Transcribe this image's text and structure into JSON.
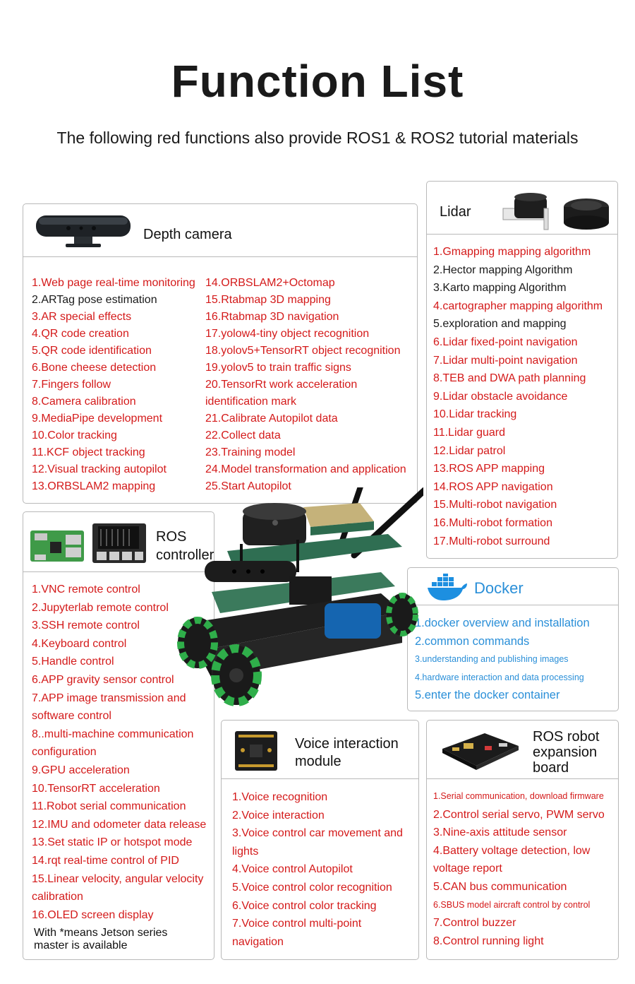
{
  "header": {
    "title": "Function List",
    "subtitle": "The following red functions also provide ROS1 & ROS2 tutorial materials"
  },
  "colors": {
    "red": "#d41a1a",
    "black": "#1a1a1a",
    "blue": "#2a8fd8",
    "border": "#b9b9b9"
  },
  "depth_camera": {
    "title": "Depth camera",
    "col1": [
      {
        "text": "1.Web page real-time monitoring",
        "color": "red"
      },
      {
        "text": "2.ARTag pose estimation",
        "color": "black"
      },
      {
        "text": "3.AR special effects",
        "color": "red"
      },
      {
        "text": "4.QR code creation",
        "color": "red"
      },
      {
        "text": "5.QR code identification",
        "color": "red"
      },
      {
        "text": "6.Bone cheese detection",
        "color": "red"
      },
      {
        "text": "7.Fingers follow",
        "color": "red"
      },
      {
        "text": "8.Camera calibration",
        "color": "red"
      },
      {
        "text": "9.MediaPipe development",
        "color": "red"
      },
      {
        "text": "10.Color tracking",
        "color": "red"
      },
      {
        "text": "11.KCF object tracking",
        "color": "red"
      },
      {
        "text": "12.Visual tracking autopilot",
        "color": "red"
      },
      {
        "text": "13.ORBSLAM2 mapping",
        "color": "red"
      }
    ],
    "col2": [
      {
        "text": "14.ORBSLAM2+Octomap",
        "color": "red"
      },
      {
        "text": "15.Rtabmap 3D mapping",
        "color": "red"
      },
      {
        "text": "16.Rtabmap 3D navigation",
        "color": "red"
      },
      {
        "text": "17.yolow4-tiny object recognition",
        "color": "red"
      },
      {
        "text": "18.yolov5+TensorRT object recognition",
        "color": "red"
      },
      {
        "text": "19.yolov5 to train traffic signs",
        "color": "red"
      },
      {
        "text": "20.TensorRt work acceleration",
        "color": "red"
      },
      {
        "text": "identification mark",
        "color": "red"
      },
      {
        "text": "21.Calibrate Autopilot data",
        "color": "red"
      },
      {
        "text": "22.Collect data",
        "color": "red"
      },
      {
        "text": "23.Training model",
        "color": "red"
      },
      {
        "text": "24.Model transformation and application",
        "color": "red"
      },
      {
        "text": "25.Start Autopilot",
        "color": "red"
      }
    ]
  },
  "lidar": {
    "title": "Lidar",
    "items": [
      {
        "text": "1.Gmapping mapping algorithm",
        "color": "red"
      },
      {
        "text": "2.Hector mapping Algorithm",
        "color": "black"
      },
      {
        "text": "3.Karto mapping Algorithm",
        "color": "black"
      },
      {
        "text": "4.cartographer mapping algorithm",
        "color": "red"
      },
      {
        "text": "5.exploration and mapping",
        "color": "black"
      },
      {
        "text": "6.Lidar fixed-point navigation",
        "color": "red"
      },
      {
        "text": "7.Lidar multi-point navigation",
        "color": "red"
      },
      {
        "text": "8.TEB and DWA path planning",
        "color": "red"
      },
      {
        "text": "9.Lidar obstacle avoidance",
        "color": "red"
      },
      {
        "text": "10.Lidar tracking",
        "color": "red"
      },
      {
        "text": "11.Lidar guard",
        "color": "red"
      },
      {
        "text": "12.Lidar patrol",
        "color": "red"
      },
      {
        "text": "13.ROS APP mapping",
        "color": "red"
      },
      {
        "text": "14.ROS APP navigation",
        "color": "red"
      },
      {
        "text": "15.Multi-robot navigation",
        "color": "red"
      },
      {
        "text": "16.Multi-robot formation",
        "color": "red"
      },
      {
        "text": "17.Multi-robot surround",
        "color": "red"
      }
    ]
  },
  "ros_controller": {
    "title_line1": "ROS",
    "title_line2": "controller",
    "items": [
      {
        "text": "1.VNC remote control",
        "color": "red"
      },
      {
        "text": "2.Jupyterlab remote control",
        "color": "red"
      },
      {
        "text": "3.SSH remote control",
        "color": "red"
      },
      {
        "text": "4.Keyboard control",
        "color": "red"
      },
      {
        "text": "5.Handle control",
        "color": "red"
      },
      {
        "text": "6.APP gravity sensor control",
        "color": "red"
      },
      {
        "text": "7.APP image transmission and",
        "color": "red"
      },
      {
        "text": "software control",
        "color": "red"
      },
      {
        "text": "8..multi-machine communication",
        "color": "red"
      },
      {
        "text": "configuration",
        "color": "red"
      },
      {
        "text": "9.GPU acceleration",
        "color": "red"
      },
      {
        "text": "10.TensorRT acceleration",
        "color": "red"
      },
      {
        "text": "11.Robot serial communication",
        "color": "red"
      },
      {
        "text": "12.IMU and odometer data release",
        "color": "red"
      },
      {
        "text": "13.Set static IP or hotspot mode",
        "color": "red"
      },
      {
        "text": "14.rqt real-time control of PID",
        "color": "red"
      },
      {
        "text": "15.Linear velocity, angular velocity",
        "color": "red"
      },
      {
        "text": "calibration",
        "color": "red"
      },
      {
        "text": "16.OLED screen display",
        "color": "red"
      }
    ],
    "note_line1": "With *means Jetson series",
    "note_line2": "master is available"
  },
  "docker": {
    "title": "Docker",
    "items": [
      {
        "text": "1.docker overview and installation",
        "size": "normal"
      },
      {
        "text": "2.common commands",
        "size": "normal"
      },
      {
        "text": "3.understanding and publishing images",
        "size": "small"
      },
      {
        "text": "4.hardware interaction and data processing",
        "size": "small"
      },
      {
        "text": "5.enter the docker container",
        "size": "normal"
      }
    ]
  },
  "voice": {
    "title_line1": "Voice interaction",
    "title_line2": "module",
    "items": [
      {
        "text": "1.Voice recognition",
        "color": "red"
      },
      {
        "text": "2.Voice interaction",
        "color": "red"
      },
      {
        "text": "3.Voice control car movement and",
        "color": "red"
      },
      {
        "text": "lights",
        "color": "red"
      },
      {
        "text": "4.Voice control Autopilot",
        "color": "red"
      },
      {
        "text": "5.Voice control color recognition",
        "color": "red"
      },
      {
        "text": "6.Voice control color tracking",
        "color": "red"
      },
      {
        "text": "7.Voice control multi-point",
        "color": "red"
      },
      {
        "text": "navigation",
        "color": "red"
      }
    ]
  },
  "expansion": {
    "title_line1": "ROS robot",
    "title_line2": "expansion",
    "title_line3": "board",
    "items": [
      {
        "text": "1.Serial communication, download firmware",
        "color": "red",
        "size": "small"
      },
      {
        "text": "2.Control serial servo, PWM servo",
        "color": "red",
        "size": "normal"
      },
      {
        "text": "3.Nine-axis attitude sensor",
        "color": "red",
        "size": "normal"
      },
      {
        "text": "4.Battery voltage detection, low",
        "color": "red",
        "size": "normal"
      },
      {
        "text": "voltage report",
        "color": "red",
        "size": "normal"
      },
      {
        "text": "5.CAN bus communication",
        "color": "red",
        "size": "normal"
      },
      {
        "text": "6.SBUS model aircraft control by control",
        "color": "red",
        "size": "small"
      },
      {
        "text": "7.Control buzzer",
        "color": "red",
        "size": "normal"
      },
      {
        "text": "8.Control running light",
        "color": "red",
        "size": "normal"
      }
    ]
  }
}
